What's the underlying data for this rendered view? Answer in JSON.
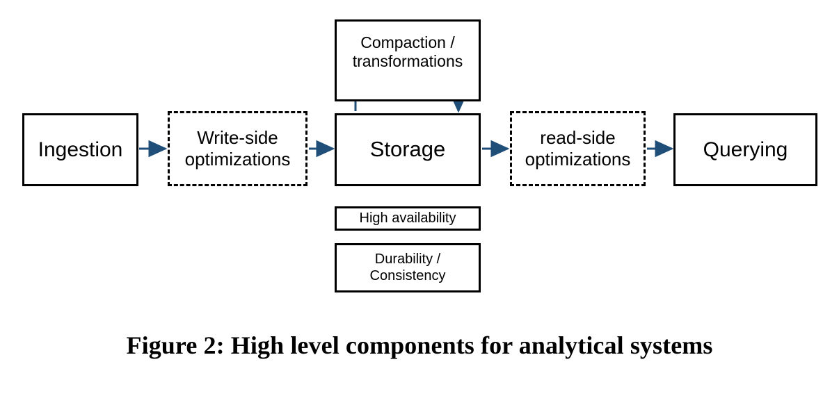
{
  "figure": {
    "caption": "Figure 2: High level components for analytical systems",
    "accent_color": "#1F4E79",
    "border_color": "#000000",
    "background_color": "#FFFFFF"
  },
  "nodes": {
    "ingestion": {
      "label": "Ingestion",
      "border_style": "solid"
    },
    "write_side": {
      "label": "Write-side\noptimizations",
      "border_style": "dashed"
    },
    "storage": {
      "label": "Storage",
      "border_style": "solid"
    },
    "read_side": {
      "label": "read-side\noptimizations",
      "border_style": "dashed"
    },
    "querying": {
      "label": "Querying",
      "border_style": "solid"
    },
    "compaction": {
      "label": "Compaction /\ntransformations",
      "border_style": "solid"
    },
    "high_availability": {
      "label": "High availability",
      "border_style": "solid"
    },
    "durability": {
      "label": "Durability /\nConsistency",
      "border_style": "solid"
    }
  },
  "edges": [
    {
      "id": "ingestion-to-write-side",
      "from": "ingestion",
      "to": "write_side",
      "style": "solid",
      "arrow": true
    },
    {
      "id": "write-side-to-storage",
      "from": "write_side",
      "to": "storage",
      "style": "solid",
      "arrow": true
    },
    {
      "id": "storage-to-read-side",
      "from": "storage",
      "to": "read_side",
      "style": "solid",
      "arrow": true
    },
    {
      "id": "read-side-to-querying",
      "from": "read_side",
      "to": "querying",
      "style": "solid",
      "arrow": true
    },
    {
      "id": "compaction-to-storage",
      "from": "compaction",
      "to": "storage",
      "style": "dashed",
      "arrow": true
    }
  ]
}
